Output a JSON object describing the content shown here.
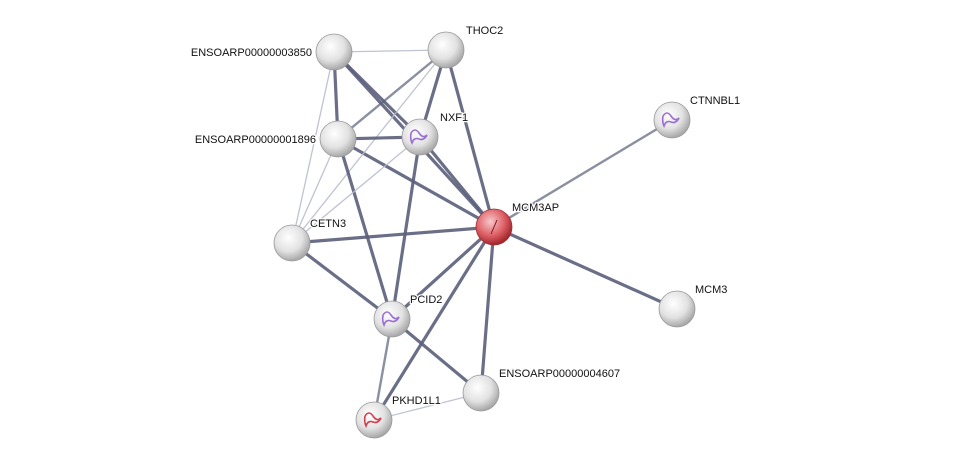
{
  "colors": {
    "edge_strong": "#5a5f7a",
    "edge_weak": "#b8bccb",
    "node": "#e8e8e8",
    "query_node": "#d9535a"
  },
  "nodes": [
    {
      "id": "n385",
      "label": "ENSOARP00000003850",
      "query": false
    },
    {
      "id": "thoc2",
      "label": "THOC2",
      "query": false
    },
    {
      "id": "n1896",
      "label": "ENSOARP00000001896",
      "query": false
    },
    {
      "id": "nxf1",
      "label": "NXF1",
      "query": false,
      "structure": true
    },
    {
      "id": "ctnnbl1",
      "label": "CTNNBL1",
      "query": false,
      "structure": true
    },
    {
      "id": "mcm3ap",
      "label": "MCM3AP",
      "query": true
    },
    {
      "id": "cetn3",
      "label": "CETN3",
      "query": false
    },
    {
      "id": "mcm3",
      "label": "MCM3",
      "query": false
    },
    {
      "id": "pcid2",
      "label": "PCID2",
      "query": false,
      "structure": true
    },
    {
      "id": "n4607",
      "label": "ENSOARP00000004607",
      "query": false
    },
    {
      "id": "pkhd1l1",
      "label": "PKHD1L1",
      "query": false,
      "structure": true
    }
  ],
  "edges": [
    [
      "mcm3ap",
      "n385",
      "strong"
    ],
    [
      "mcm3ap",
      "thoc2",
      "strong"
    ],
    [
      "mcm3ap",
      "n1896",
      "strong"
    ],
    [
      "mcm3ap",
      "nxf1",
      "strong"
    ],
    [
      "mcm3ap",
      "ctnnbl1",
      "medium"
    ],
    [
      "mcm3ap",
      "cetn3",
      "strong"
    ],
    [
      "mcm3ap",
      "mcm3",
      "strong"
    ],
    [
      "mcm3ap",
      "pcid2",
      "strong"
    ],
    [
      "mcm3ap",
      "n4607",
      "strong"
    ],
    [
      "mcm3ap",
      "pkhd1l1",
      "strong"
    ],
    [
      "n385",
      "nxf1",
      "strong"
    ],
    [
      "n385",
      "n1896",
      "strong"
    ],
    [
      "n385",
      "cetn3",
      "weak"
    ],
    [
      "thoc2",
      "nxf1",
      "strong"
    ],
    [
      "thoc2",
      "n1896",
      "medium"
    ],
    [
      "thoc2",
      "cetn3",
      "weak"
    ],
    [
      "n1896",
      "nxf1",
      "strong"
    ],
    [
      "n1896",
      "cetn3",
      "weak"
    ],
    [
      "n1896",
      "pcid2",
      "strong"
    ],
    [
      "nxf1",
      "pcid2",
      "strong"
    ],
    [
      "nxf1",
      "cetn3",
      "weak"
    ],
    [
      "cetn3",
      "pcid2",
      "strong"
    ],
    [
      "pcid2",
      "n4607",
      "strong"
    ],
    [
      "pcid2",
      "pkhd1l1",
      "medium"
    ],
    [
      "pkhd1l1",
      "n4607",
      "weak"
    ],
    [
      "n385",
      "thoc2",
      "weak"
    ]
  ]
}
